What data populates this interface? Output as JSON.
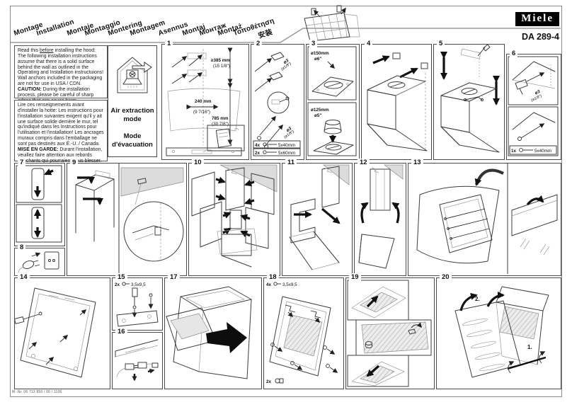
{
  "page": {
    "brand": "Miele",
    "model": "DA 289-4",
    "doc_number": "M.-Nr. 06 713 850 / 00 / 1106"
  },
  "header": {
    "languages": [
      "Montage",
      "Installation",
      "Montaje",
      "Montaggio",
      "Montering",
      "Montagem",
      "Asennus",
      "Montaj",
      "Монтаж",
      "Montaż",
      "Τοποθέτηση",
      "安装"
    ]
  },
  "intro_en": {
    "pre": "Read this ",
    "underlined": "before",
    "body": " installing the hood: The following installation instructions assume that there is a solid surface behind the wall as outlined in the Operating and Installation instructuions! Wall anchors included in the packaging are not for use in USA / CDN.",
    "caution_label": "CAUTION:",
    "caution_body": " During the installation process, please be careful of sharp edges that can cause harm."
  },
  "intro_fr": {
    "body": "Lire ces renseignements avant d'installer la hotte: Les instructions pour l'installation suivantes exigent qu'il y ait une surface solide derrière le mur, tel qu'indiqué dans les Instructions pour l'utilisation et l'installation! Les ancrages muraux compris dans l'emballage ne sont pas destinés aux É.-U. / Canada.",
    "caution_label": "MISE EN GARDE:",
    "caution_body": " Durant l'installation, veuillez faire attention aux rebords tranchants qui pourraient vous blesser."
  },
  "mode_box": {
    "en1": "Air extraction",
    "en2": "mode",
    "fr1": "Mode",
    "fr2": "d'évacuation"
  },
  "panels": {
    "p1": {
      "num": "1",
      "dim_top": "≥385 mm",
      "dim_top_in": "(15 1/8\")",
      "dim_mid": "240 mm",
      "dim_mid_in": "(9 7/16\")",
      "dim_bottom": "785 mm",
      "dim_bottom_in": "(30 7/8\")"
    },
    "p2": {
      "num": "2",
      "drill": "ø3",
      "drill_in": "(ø1/8\")",
      "row1_qty": "4x",
      "row1_size": "5x40mm",
      "row2_qty": "2x",
      "row2_size": "5x60mm"
    },
    "p3": {
      "num": "3",
      "top_diameter": "ø150mm",
      "top_diameter_in": "ø6\"",
      "bottom_diameter": "ø125mm",
      "bottom_diameter_in": "ø5\""
    },
    "p4": {
      "num": "4"
    },
    "p5": {
      "num": "5"
    },
    "p6": {
      "num": "6",
      "drill": "ø3",
      "drill_in": "(ø1/8\")",
      "qty": "1x",
      "size": "5x40mm"
    },
    "p7": {
      "num": "7"
    },
    "p8": {
      "num": "8"
    },
    "p9": {
      "num": "9"
    },
    "p10": {
      "num": "10"
    },
    "p11": {
      "num": "11"
    },
    "p12": {
      "num": "12"
    },
    "p13": {
      "num": "13"
    },
    "p14": {
      "num": "14"
    },
    "p15": {
      "num": "15",
      "qty": "2x",
      "size": "3,5x9,5"
    },
    "p16": {
      "num": "16"
    },
    "p17": {
      "num": "17"
    },
    "p18": {
      "num": "18",
      "qty": "4x",
      "size": "3,5x9,5",
      "clip_qty": "2x"
    },
    "p19": {
      "num": "19"
    },
    "p20": {
      "num": "20",
      "step1": "1.",
      "step2": "2."
    }
  }
}
